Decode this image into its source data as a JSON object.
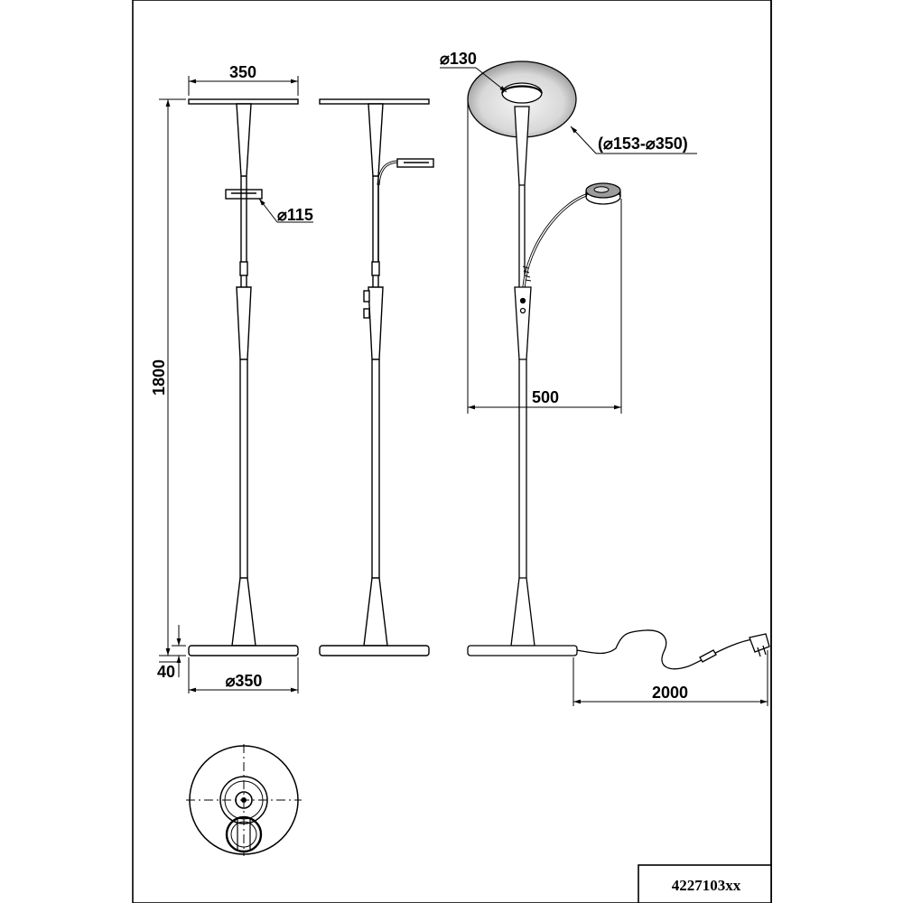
{
  "part_number": "4227103xx",
  "dimensions": {
    "shade_width": "350",
    "reading_head_diameter": "⌀115",
    "overall_height": "1800",
    "base_thickness": "40",
    "base_diameter": "⌀350",
    "uplight_inner_diameter": "⌀130",
    "uplight_ring_diameter": "(⌀153-⌀350)",
    "arm_reach": "500",
    "cable_length": "2000"
  }
}
